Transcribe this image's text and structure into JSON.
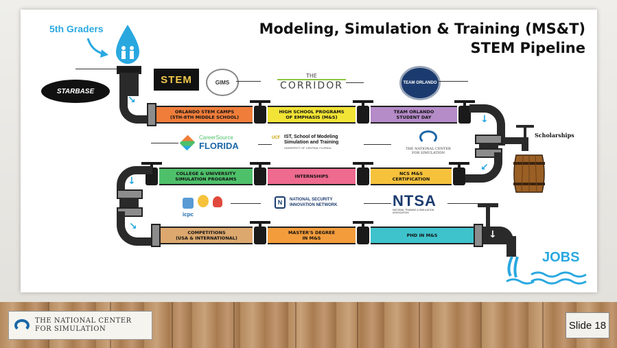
{
  "title_line1": "Modeling, Simulation & Training (MS&T)",
  "title_line2": "STEM Pipeline",
  "top_label": "5th Graders",
  "scholarships_label": "Scholarships",
  "jobs_label": "JOBS",
  "logos": {
    "starbase": "STARBASE",
    "stem": "STEM",
    "gims": "GIMS",
    "corridor_the": "THE",
    "corridor": "CORRIDOR",
    "team_orlando": "TEAM ORLANDO",
    "careersource_small": "CareerSource",
    "careersource": "FLORIDA",
    "ist_line1": "IST, School of Modeling",
    "ist_line2": "Simulation and Training",
    "ist_line3": "UNIVERSITY OF CENTRAL FLORIDA",
    "ucf": "UCF",
    "ncs_line1": "THE NATIONAL CENTER",
    "ncs_line2": "FOR SIMULATION",
    "icpc": "icpc",
    "nsin_line1": "NATIONAL SECURITY",
    "nsin_line2": "INNOVATION NETWORK",
    "ntsa": "NTSA",
    "ntsa_sub": "NATIONAL TRAINING & SIMULATION ASSOCIATION"
  },
  "stages": {
    "orlando_stem": "ORLANDO STEM CAMPS\n(5TH-8TH MIDDLE SCHOOL)",
    "high_school": "HIGH SCHOOL PROGRAMS\nOF EMPHASIS (M&S)",
    "team_orlando": "TEAM ORLANDO\nSTUDENT DAY",
    "college": "COLLEGE & UNIVERSITY\nSIMULATION PROGRAMS",
    "internships": "INTERNSHIPS",
    "ncs_cert": "NCS M&S\nCERTIFICATION",
    "competitions": "COMPETITIONS\n(USA & INTERNATIONAL)",
    "masters": "MASTER'S DEGREE\nIN M&S",
    "phd": "PHD IN M&S"
  },
  "colors": {
    "orlando_stem": "#f07d3a",
    "high_school": "#f2e436",
    "team_orlando": "#b58bc8",
    "college": "#4ec06a",
    "internships": "#ee6a8e",
    "ncs_cert": "#f6c23c",
    "competitions": "#dca86e",
    "masters": "#f39c3c",
    "phd": "#3ec3cc",
    "water": "#29a8e0"
  },
  "footer": {
    "org_name": "THE NATIONAL CENTER\nFOR SIMULATION",
    "slide_number": "Slide 18"
  }
}
